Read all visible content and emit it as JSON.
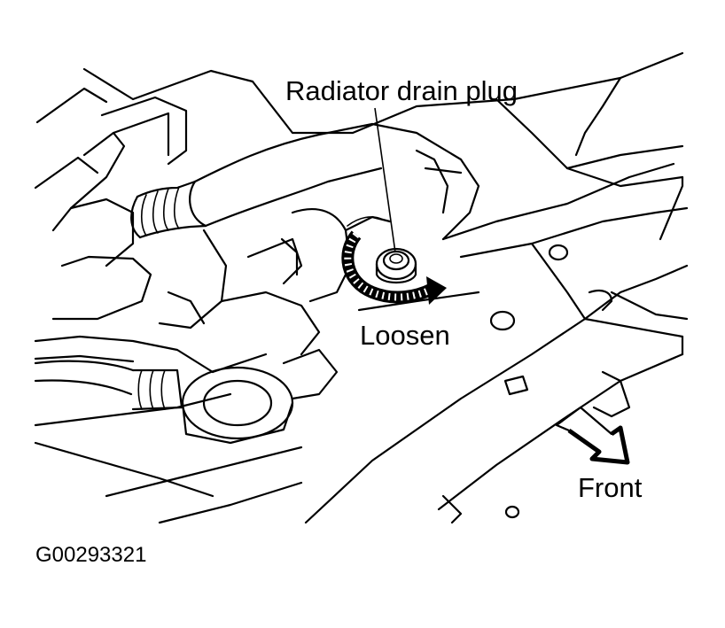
{
  "labels": {
    "drain_plug": "Radiator drain plug",
    "loosen": "Loosen",
    "front": "Front",
    "figure_code": "G00293321"
  },
  "colors": {
    "line": "#000000",
    "background": "#ffffff"
  },
  "icons": {
    "rotation_arrow": "curved-arrow-icon",
    "direction_arrow": "front-arrow-icon"
  }
}
